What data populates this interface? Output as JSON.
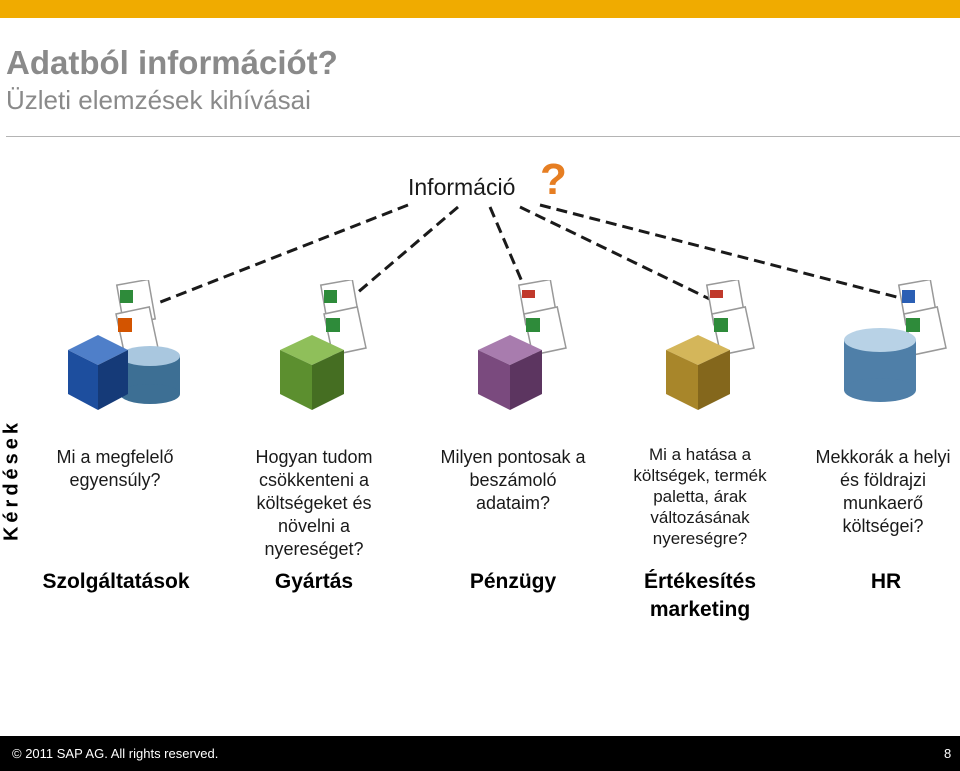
{
  "header": {
    "title": "Adatból információt?",
    "subtitle": "Üzleti elemzések kihívásai"
  },
  "info": {
    "label": "Információ",
    "mark": "?"
  },
  "side_label": "Kérdések",
  "columns": [
    {
      "question": "Mi a megfelelő egyensúly?",
      "category": "Szolgáltatások",
      "cube_color": "#1d4e9e",
      "doc_icons": [
        "excel-doc-icon",
        "powerpoint-doc-icon"
      ],
      "has_database": true
    },
    {
      "question": "Hogyan tudom csökkenteni a költségeket és növelni a nyereséget?",
      "category": "Gyártás",
      "cube_color": "#5c8f2f",
      "doc_icons": [
        "excel-doc-icon",
        "excel-doc-icon"
      ],
      "has_database": false
    },
    {
      "question": "Milyen pontosak a beszámoló adataim?",
      "category": "Pénzügy",
      "cube_color": "#7a4a7e",
      "doc_icons": [
        "pdf-doc-icon",
        "excel-doc-icon"
      ],
      "has_database": false
    },
    {
      "question": "Mi a hatása a költségek, termék paletta, árak változásának nyereségre?",
      "category": "Értékesítés marketing",
      "cube_color": "#a8862a",
      "doc_icons": [
        "pdf-doc-icon",
        "excel-doc-icon"
      ],
      "has_database": false
    },
    {
      "question": "Mekkorák a helyi és földrajzi munkaerő költségei?",
      "category": "HR",
      "cube_color": "#4f7fa8",
      "doc_icons": [
        "word-doc-icon",
        "excel-doc-icon"
      ],
      "has_database": true
    }
  ],
  "footer": {
    "copyright": "©  2011 SAP AG. All rights reserved.",
    "page_number": "8"
  },
  "colors": {
    "accent_bar": "#f0ab00",
    "question_mark": "#e67e22",
    "title_gray": "#8a8a8a"
  }
}
